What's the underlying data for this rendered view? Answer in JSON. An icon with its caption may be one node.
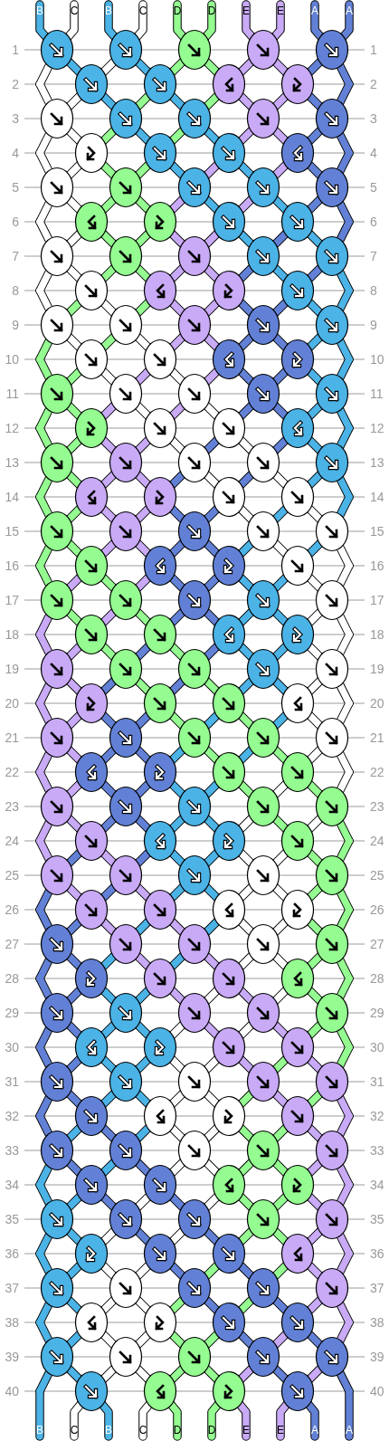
{
  "diagram": {
    "labels": [
      "B",
      "C",
      "B",
      "C",
      "D",
      "D",
      "E",
      "E",
      "A",
      "A",
      "1",
      "1",
      "2",
      "2",
      "3",
      "3",
      "4",
      "4",
      "5",
      "5",
      "6",
      "6",
      "7",
      "7",
      "8",
      "8",
      "9",
      "9",
      "10",
      "10",
      "11",
      "11",
      "12",
      "12",
      "13",
      "13",
      "14",
      "14",
      "15",
      "15",
      "16",
      "16",
      "17",
      "17",
      "18",
      "18",
      "19",
      "19",
      "20",
      "20",
      "21",
      "21",
      "22",
      "22",
      "23",
      "23",
      "24",
      "24",
      "25",
      "25",
      "26",
      "26",
      "27",
      "27",
      "28",
      "28",
      "29",
      "29",
      "30",
      "30",
      "31",
      "31",
      "32",
      "32",
      "33",
      "33",
      "34",
      "34",
      "35",
      "35",
      "36",
      "36",
      "37",
      "37",
      "38",
      "38",
      "39",
      "39",
      "40",
      "40",
      "B",
      "C",
      "B",
      "C",
      "D",
      "D",
      "E",
      "E",
      "A",
      "A"
    ]
  }
}
